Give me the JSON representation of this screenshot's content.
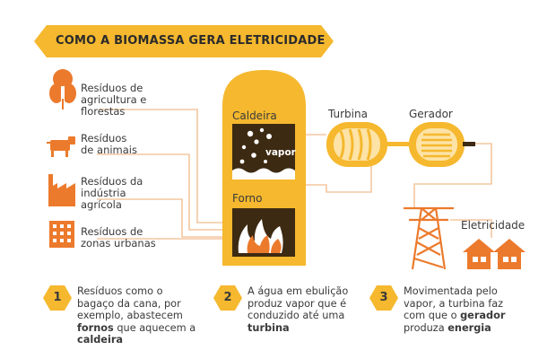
{
  "title": "COMO A BIOMASSA GERA ELETRICIDADE",
  "sources": [
    {
      "label": "Resíduos de\nagricultura e\nflorestas",
      "icon": "tree-icon"
    },
    {
      "label": "Resíduos\nde animais",
      "icon": "cow-icon"
    },
    {
      "label": "Resíduos da\nindústria\nagrícola",
      "icon": "factory-icon"
    },
    {
      "label": "Resíduos de\nzonas urbanas",
      "icon": "building-icon"
    }
  ],
  "components": {
    "boiler": "Caldeira",
    "steam": "vapor",
    "furnace": "Forno",
    "turbine": "Turbina",
    "generator": "Gerador",
    "electricity": "Eletricidade"
  },
  "steps": [
    {
      "number": "1",
      "parts": [
        {
          "text": "Resíduos como o\nbagaço da cana, por\nexemplo, abastecem\n",
          "bold": false
        },
        {
          "text": "fornos",
          "bold": true
        },
        {
          "text": " que aquecem a\n",
          "bold": false
        },
        {
          "text": "caldeira",
          "bold": true
        }
      ]
    },
    {
      "number": "2",
      "parts": [
        {
          "text": "A água em ebulição\nproduz vapor que é\nconduzido até uma\n",
          "bold": false
        },
        {
          "text": "turbina",
          "bold": true
        }
      ]
    },
    {
      "number": "3",
      "parts": [
        {
          "text": "Movimentada pelo\nvapor, a turbina faz\ncom que o ",
          "bold": false
        },
        {
          "text": "gerador",
          "bold": true
        },
        {
          "text": "\nproduza ",
          "bold": false
        },
        {
          "text": "energia",
          "bold": true
        }
      ]
    }
  ],
  "colors": {
    "accent": "#f5b82e",
    "accent_light": "#fde3a6",
    "orange": "#ec7a2c",
    "line": "#f4c7a0",
    "dark": "#3d2a12",
    "text": "#3a3a3a"
  }
}
